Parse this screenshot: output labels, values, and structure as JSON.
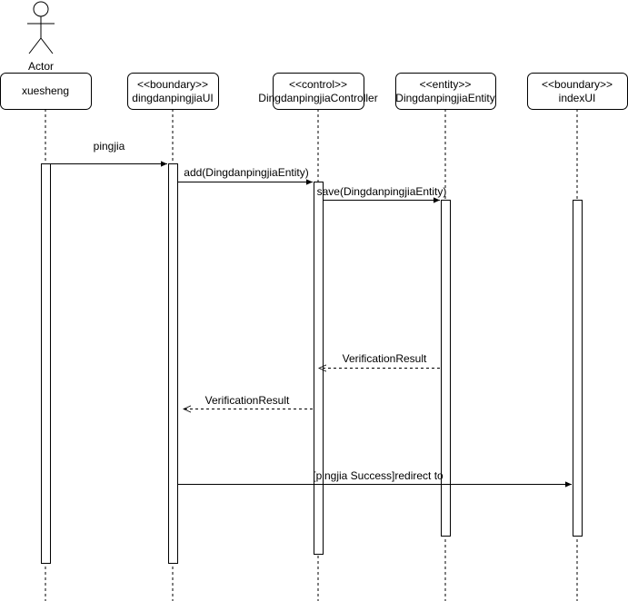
{
  "actor": {
    "label": "Actor"
  },
  "participants": [
    {
      "id": "xuesheng",
      "stereotype": "",
      "name": "xuesheng"
    },
    {
      "id": "ui",
      "stereotype": "<<boundary>>",
      "name": "dingdanpingjiaUI"
    },
    {
      "id": "ctrl",
      "stereotype": "<<control>>",
      "name": "DingdanpingjiaController"
    },
    {
      "id": "entity",
      "stereotype": "<<entity>>",
      "name": "DingdanpingjiaEntity"
    },
    {
      "id": "index",
      "stereotype": "<<boundary>>",
      "name": "indexUI"
    }
  ],
  "messages": [
    {
      "from": "xuesheng",
      "to": "ui",
      "label": "pingjia",
      "kind": "sync"
    },
    {
      "from": "ui",
      "to": "ctrl",
      "label": "add(DingdanpingjiaEntity)",
      "kind": "sync"
    },
    {
      "from": "ctrl",
      "to": "entity",
      "label": "save(DingdanpingjiaEntity)",
      "kind": "sync"
    },
    {
      "from": "entity",
      "to": "ctrl",
      "label": "VerificationResult",
      "kind": "return"
    },
    {
      "from": "ctrl",
      "to": "ui",
      "label": "VerificationResult",
      "kind": "return"
    },
    {
      "from": "ui",
      "to": "index",
      "label": "[pingjia Success]redirect to",
      "kind": "sync"
    }
  ]
}
